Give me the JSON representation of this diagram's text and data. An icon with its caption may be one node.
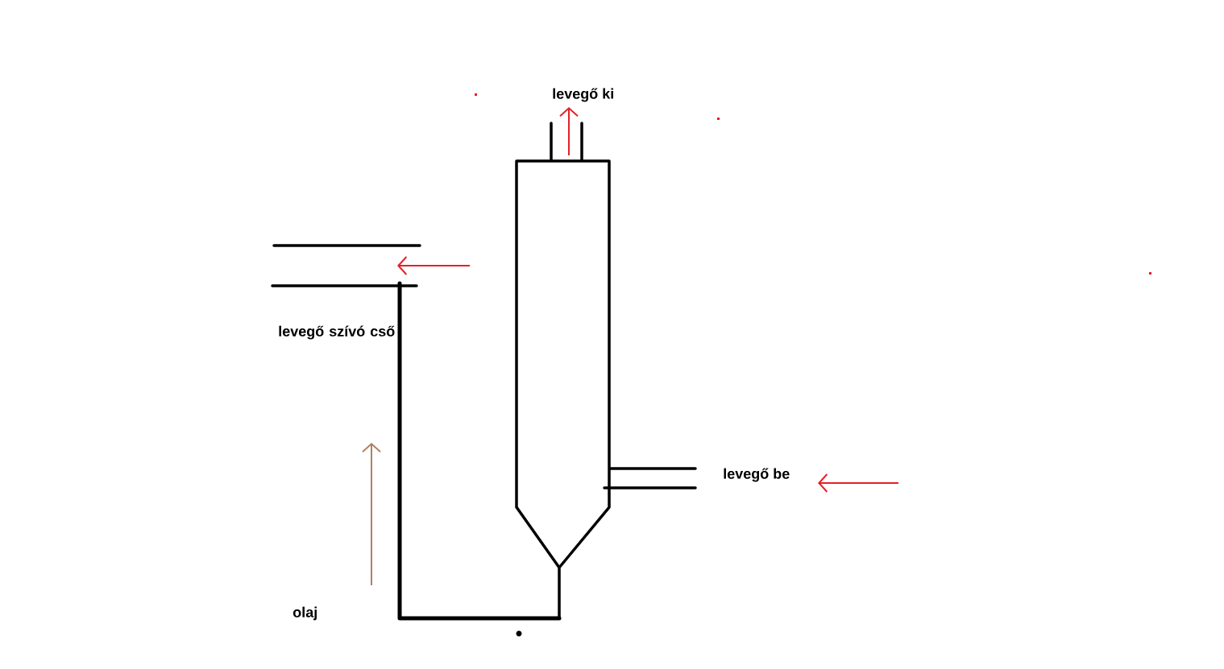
{
  "diagram": {
    "labels": [
      "levegő ki",
      "levegő szívó cső",
      "levegő be",
      "olaj"
    ]
  }
}
